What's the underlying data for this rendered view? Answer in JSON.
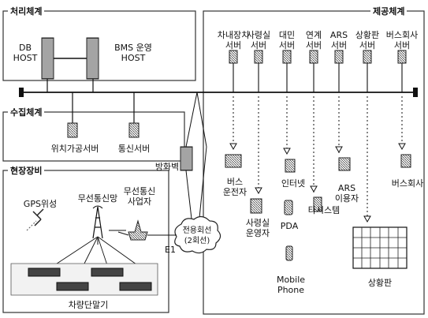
{
  "sections": {
    "processing": "처리체계",
    "collection": "수집체계",
    "field": "현장장비",
    "provision": "제공체계"
  },
  "processing": {
    "db_host": [
      "DB",
      "HOST"
    ],
    "bms_host": [
      "BMS 운영",
      "HOST"
    ]
  },
  "collection": {
    "location_server": "위치가공서버",
    "comm_server": "통신서버"
  },
  "network": {
    "firewall": "방화벽",
    "dedicated_line": [
      "전용회선",
      "(2회선)"
    ],
    "e1": "E1"
  },
  "field": {
    "gps": "GPS위성",
    "wireless_net": "무선통신망",
    "wireless_operator": [
      "무선통신",
      "사업자"
    ],
    "vehicle_terminal": "차량단말기"
  },
  "provision": {
    "servers": [
      [
        "차내장치",
        "서버"
      ],
      [
        "사령실",
        "서버"
      ],
      [
        "대민",
        "서버"
      ],
      [
        "연계",
        "서버"
      ],
      [
        "ARS",
        "서버"
      ],
      [
        "상황판",
        "서버"
      ],
      [
        "버스회사",
        "서버"
      ]
    ],
    "clients": {
      "bus_driver": [
        "버스",
        "운전자"
      ],
      "dispatch_operator": [
        "사령실",
        "운영자"
      ],
      "internet": "인터넷",
      "pda": "PDA",
      "mobile_phone": [
        "Mobile",
        "Phone"
      ],
      "other_system": "타시스템",
      "ars_user": [
        "ARS",
        "이용자"
      ],
      "status_board": "상황판",
      "bus_company": "버스회사"
    }
  }
}
